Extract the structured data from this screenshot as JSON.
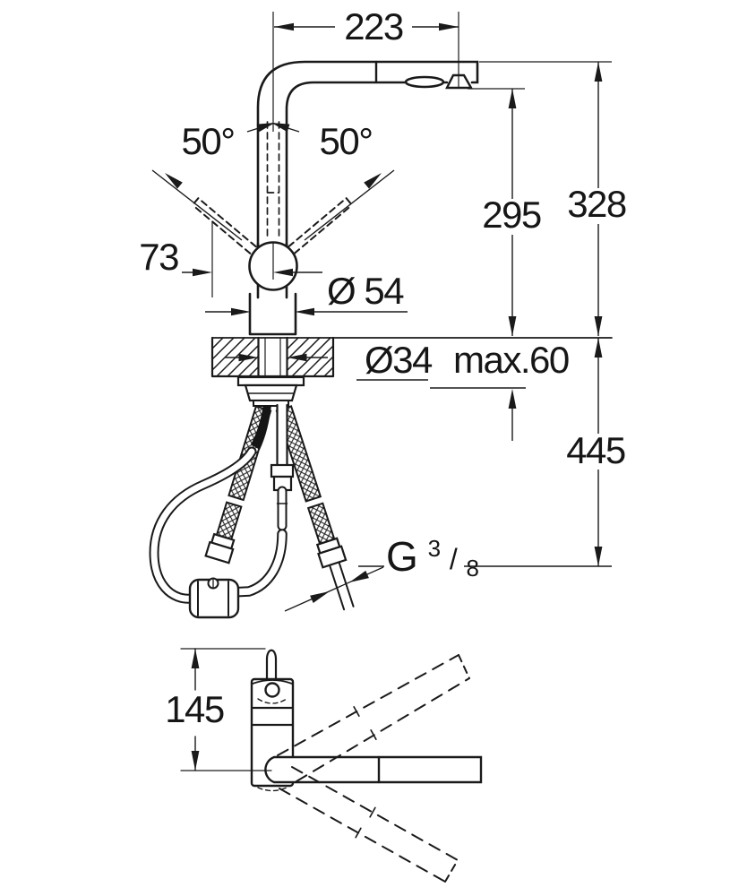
{
  "colors": {
    "line": "#1a1a1a",
    "background": "#ffffff",
    "text": "#161616"
  },
  "front_view": {
    "dims": {
      "spout_reach": "223",
      "handle_angle_left": "50°",
      "handle_angle_right": "50°",
      "handle_offset": "73",
      "body_diameter": "Ø 54",
      "height_to_outlet": "295",
      "height_overall": "328",
      "deck_hole_diameter": "Ø34",
      "deck_max_thickness": "max.60",
      "below_deck_clearance": "445",
      "thread": {
        "prefix": "G",
        "numerator": "3",
        "slash": "/",
        "denominator": "8"
      }
    }
  },
  "plan_view": {
    "dims": {
      "swivel_offset": "145"
    }
  }
}
